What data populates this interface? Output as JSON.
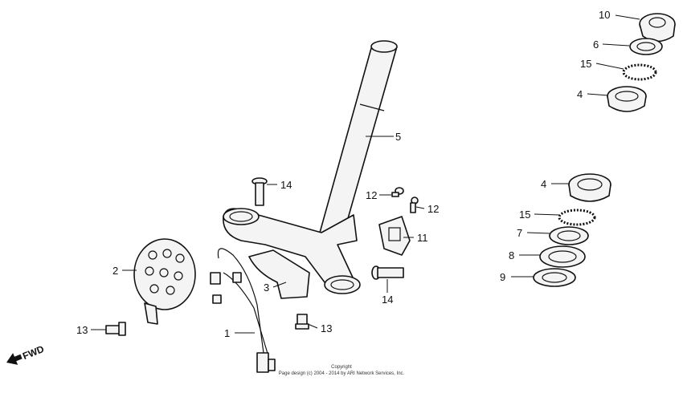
{
  "labels": {
    "l10": "10",
    "l6": "6",
    "l15a": "15",
    "l4a": "4",
    "l5": "5",
    "l14a": "14",
    "l12a": "12",
    "l12b": "12",
    "l4b": "4",
    "l15b": "15",
    "l7": "7",
    "l8": "8",
    "l9": "9",
    "l11": "11",
    "l2": "2",
    "l3": "3",
    "l14b": "14",
    "l13a": "13",
    "l13b": "13",
    "l1": "1"
  },
  "fwd": "FWD",
  "copyright": {
    "line1": "Copyright",
    "line2": "Page design (c) 2004 - 2014 by ARI Network Services, Inc."
  }
}
